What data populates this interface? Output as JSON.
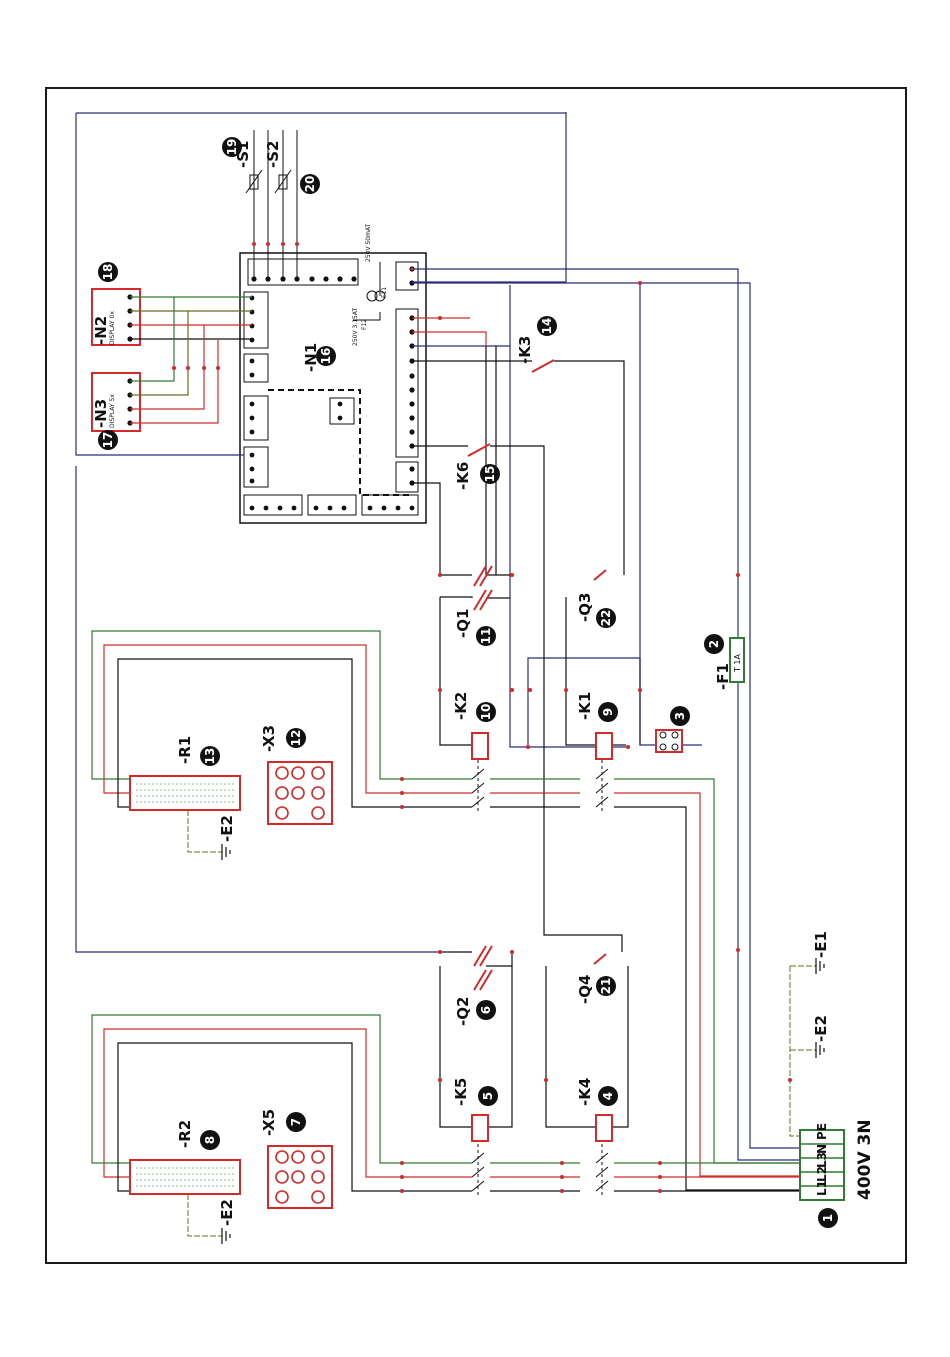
{
  "page": {
    "frame_color": "#1a1a1a"
  },
  "wire_colors": {
    "blue": "#2b2f7a",
    "red": "#d42a2a",
    "green": "#2e7d32",
    "olive": "#6b6b1e",
    "black": "#111111"
  },
  "supply": {
    "label": "400V 3N",
    "terminals": [
      "PE",
      "N",
      "L3",
      "L2",
      "L1"
    ],
    "callout": "1"
  },
  "fuse": {
    "label": "-F1",
    "rating": "T 1A",
    "callout": "2"
  },
  "components": [
    {
      "id": "-S1",
      "callout": "19"
    },
    {
      "id": "-S2",
      "callout": "20"
    },
    {
      "id": "-N1",
      "callout": "16"
    },
    {
      "id": "-N2",
      "callout": "18",
      "sub": "DISPLAY 0x"
    },
    {
      "id": "-N3",
      "callout": "17",
      "sub": "DISPLAY 5x"
    },
    {
      "id": "-K3",
      "callout": "14"
    },
    {
      "id": "-K6",
      "callout": "15"
    },
    {
      "id": "-Q1",
      "callout": "11"
    },
    {
      "id": "-Q3",
      "callout": "22"
    },
    {
      "id": "-K2",
      "callout": "10"
    },
    {
      "id": "-K1",
      "callout": "9"
    },
    {
      "id": "-R1",
      "callout": "13"
    },
    {
      "id": "-X3",
      "callout": "12"
    },
    {
      "id": "-E2",
      "callout": ""
    },
    {
      "id": "-Q2",
      "callout": "6"
    },
    {
      "id": "-Q4",
      "callout": "21"
    },
    {
      "id": "-K5",
      "callout": "5"
    },
    {
      "id": "-K4",
      "callout": "4"
    },
    {
      "id": "-R2",
      "callout": "8"
    },
    {
      "id": "-X5",
      "callout": "7"
    },
    {
      "id": "-E1",
      "callout": ""
    }
  ],
  "misc_callouts": {
    "terminal_block": "3"
  },
  "n1_fuses": {
    "f11": "F11",
    "f11_rating": "250V 50mAT",
    "f12": "F12",
    "f12_rating": "250V 3.15AT"
  }
}
